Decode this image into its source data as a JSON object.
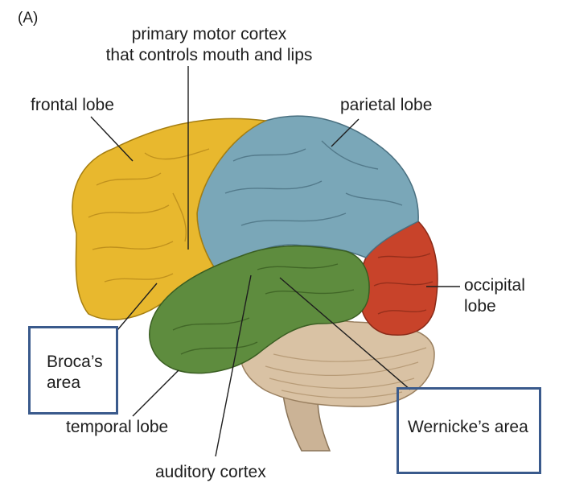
{
  "figure": {
    "panel_label": "(A)",
    "labels": {
      "motor_cortex_line1": "primary motor cortex",
      "motor_cortex_line2": "that controls mouth and lips",
      "frontal_lobe": "frontal lobe",
      "parietal_lobe": "parietal lobe",
      "occipital_line1": "occipital",
      "occipital_line2": "lobe",
      "broca_line1": "Broca’s",
      "broca_line2": "area",
      "temporal_lobe": "temporal lobe",
      "wernicke": "Wernicke’s area",
      "auditory_cortex": "auditory cortex"
    },
    "colors": {
      "frontal": "#e8b82e",
      "parietal": "#7aa7b8",
      "occipital": "#c8432a",
      "temporal": "#5e8c3e",
      "cerebellum": "#d9c2a4",
      "brainstem": "#cbb396",
      "box_border": "#3a5a8c"
    }
  }
}
